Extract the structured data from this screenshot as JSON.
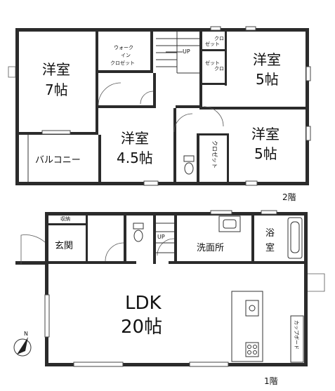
{
  "floor2": {
    "label": "2階",
    "rooms": {
      "western_7": {
        "name": "洋室",
        "size": "7帖"
      },
      "walkin": {
        "line1": "ウォーク",
        "line2": "イン",
        "line3": "クロゼット"
      },
      "up": "UP",
      "closet_a": {
        "line1": "クロ",
        "line2": "ゼット"
      },
      "closet_b": {
        "line1": "ゼット",
        "line2": "クロ"
      },
      "western_5a": {
        "name": "洋室",
        "size": "5帖"
      },
      "western_45": {
        "name": "洋室",
        "size": "4.5帖"
      },
      "western_5b": {
        "name": "洋室",
        "size": "5帖"
      },
      "closet_c": "クロゼット",
      "balcony": "バルコニー"
    }
  },
  "floor1": {
    "label": "1階",
    "rooms": {
      "storage": "収納",
      "entrance": "玄関",
      "up": "UP",
      "washroom": "洗面所",
      "bath": {
        "line1": "浴",
        "line2": "室"
      },
      "ldk": {
        "name": "LDK",
        "size": "20帖"
      },
      "cupboard": "カップボード"
    }
  },
  "compass": {
    "label": "N"
  }
}
